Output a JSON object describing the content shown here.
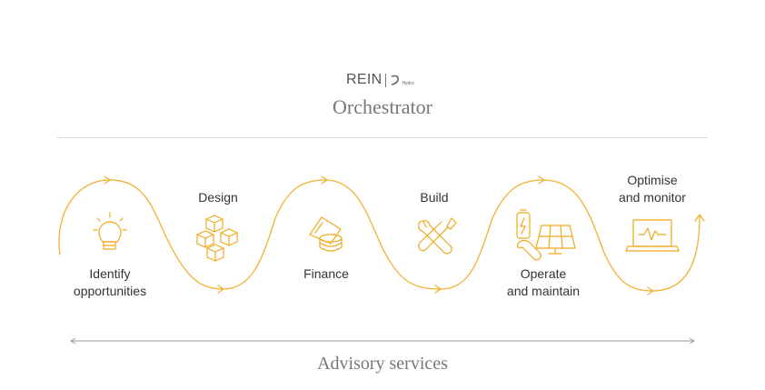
{
  "header": {
    "logo_text": "REIN",
    "logo_sub": "Hydro",
    "title": "Orchestrator"
  },
  "stages": [
    {
      "label": "Identify\nopportunities",
      "icon": "lightbulb-icon"
    },
    {
      "label": "Design",
      "icon": "cubes-icon"
    },
    {
      "label": "Finance",
      "icon": "coins-icon"
    },
    {
      "label": "Build",
      "icon": "tools-icon"
    },
    {
      "label": "Operate\nand maintain",
      "icon": "battery-solar-icon"
    },
    {
      "label": "Optimise\nand monitor",
      "icon": "laptop-monitor-icon"
    }
  ],
  "footer": {
    "title": "Advisory services"
  },
  "colors": {
    "flow_line": "#f2b132",
    "icon": "#f0a81c",
    "text": "#333333",
    "muted": "#777777"
  }
}
